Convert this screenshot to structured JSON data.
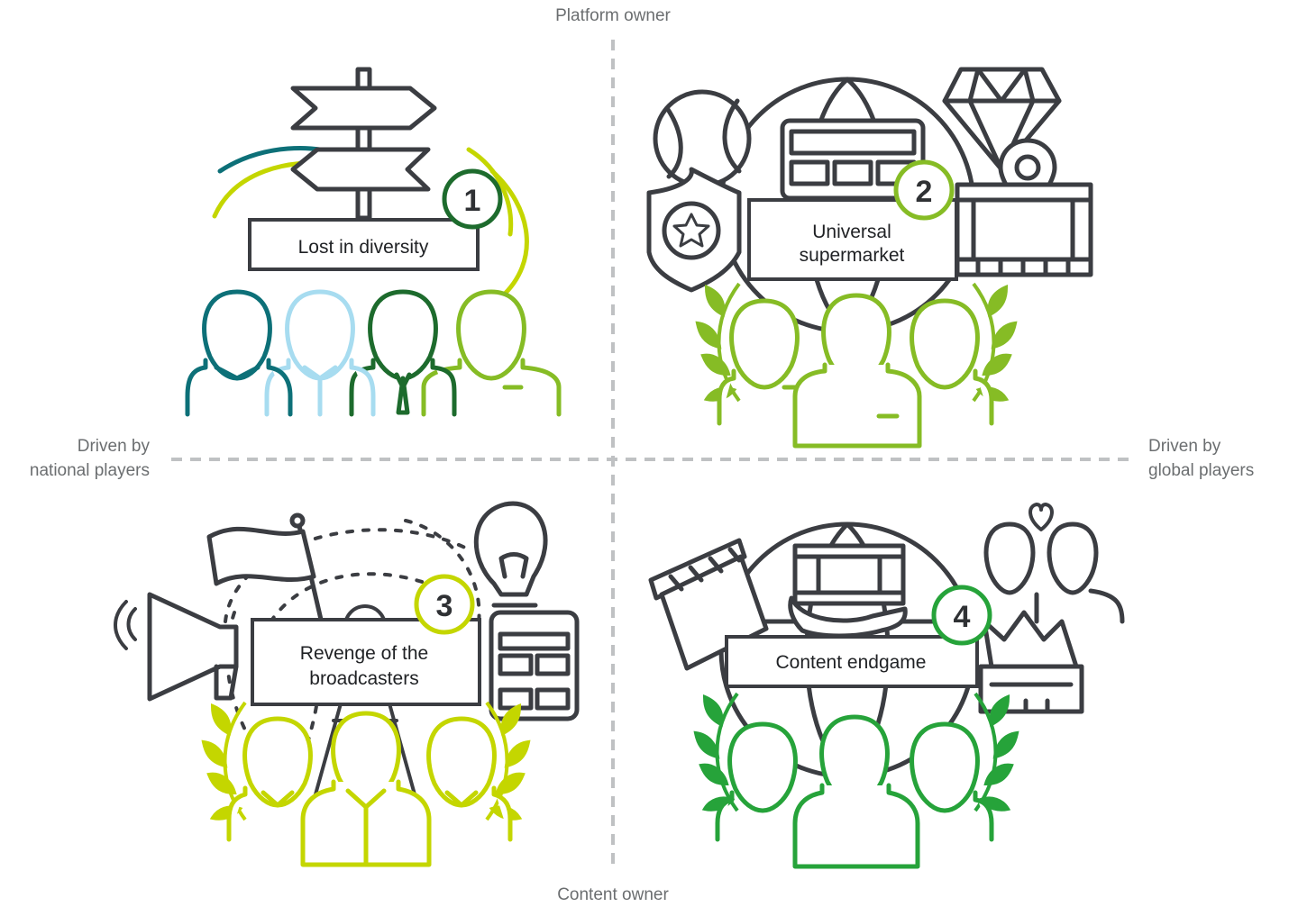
{
  "axes": {
    "top": "Platform owner",
    "bottom": "Content owner",
    "left_line1": "Driven by",
    "left_line2": "national players",
    "right_line1": "Driven by",
    "right_line2": "global players"
  },
  "scenarios": [
    {
      "number": "1",
      "title_line1": "Lost in diversity",
      "title_line2": ""
    },
    {
      "number": "2",
      "title_line1": "Universal",
      "title_line2": "supermarket"
    },
    {
      "number": "3",
      "title_line1": "Revenge of the",
      "title_line2": "broadcasters"
    },
    {
      "number": "4",
      "title_line1": "Content endgame",
      "title_line2": ""
    }
  ],
  "colors": {
    "ink": "#3b3d42",
    "teal": "#0d7078",
    "light_blue": "#a7dcf0",
    "dark_green": "#1d6b2d",
    "lime": "#86bc25",
    "yellow_green": "#c4d600",
    "green": "#26a33a",
    "axis": "#bfc1c3"
  },
  "icons": [
    "signpost-icon",
    "people-icon",
    "globe-icon",
    "ball-icon",
    "badge-icon",
    "diamond-icon",
    "map-pin-icon",
    "film-strip-icon",
    "laurel-icon",
    "flag-icon",
    "megaphone-icon",
    "light-bulb-icon",
    "tv-icon",
    "clapperboard-icon",
    "crown-icon",
    "heart-icon",
    "hand-icon"
  ]
}
